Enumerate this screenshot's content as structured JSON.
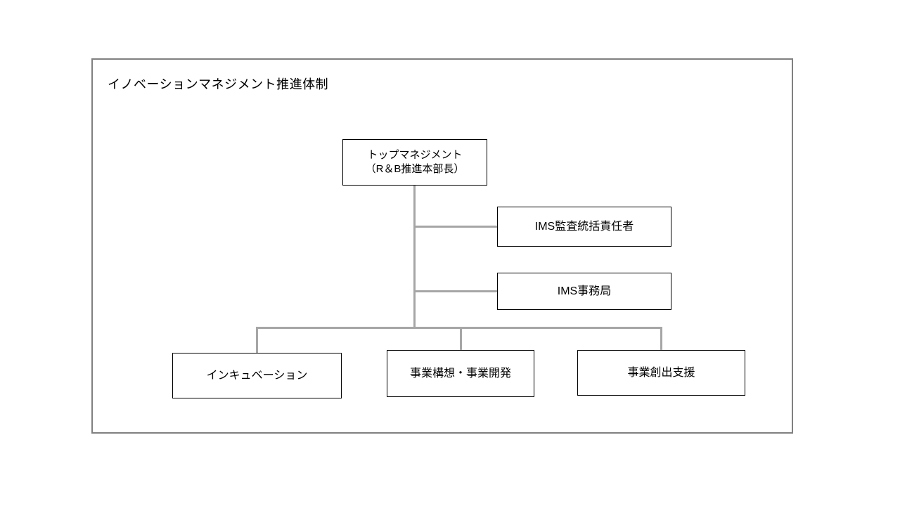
{
  "diagram": {
    "title": "イノベーションマネジメント推進体制",
    "nodes": {
      "top_management": {
        "label": "トップマネジメント",
        "sublabel": "（R＆B推進本部長）"
      },
      "ims_audit": {
        "label": "IMS監査統括責任者"
      },
      "ims_office": {
        "label": "IMS事務局"
      },
      "incubation": {
        "label": "インキュベーション"
      },
      "business_dev": {
        "label": "事業構想・事業開発"
      },
      "business_support": {
        "label": "事業創出支援"
      }
    },
    "colors": {
      "connector": "#A6A6A6",
      "box_border": "#000000",
      "frame_border": "#808080"
    }
  }
}
